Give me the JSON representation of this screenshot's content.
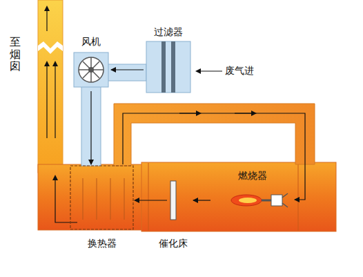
{
  "diagram": {
    "nodes": [
      {
        "text": [
          "风机"
        ]
      },
      {
        "text": [
          "过滤器"
        ]
      },
      {
        "text": [
          "燃烧器"
        ]
      },
      {
        "text": [
          "换热器"
        ]
      },
      {
        "text": [
          "催化床"
        ]
      }
    ],
    "edges": [
      {
        "from": 1,
        "to": 0,
        "arrow": "to"
      },
      {
        "from": 0,
        "to": 3,
        "arrow": "to"
      },
      {
        "from": 3,
        "to": 2,
        "arrow": "to"
      },
      {
        "from": 2,
        "to": 4,
        "arrow": "to"
      },
      {
        "from": 4,
        "to": 3,
        "arrow": "to"
      }
    ],
    "labels": [
      "至烟囱",
      "废气进"
    ]
  }
}
